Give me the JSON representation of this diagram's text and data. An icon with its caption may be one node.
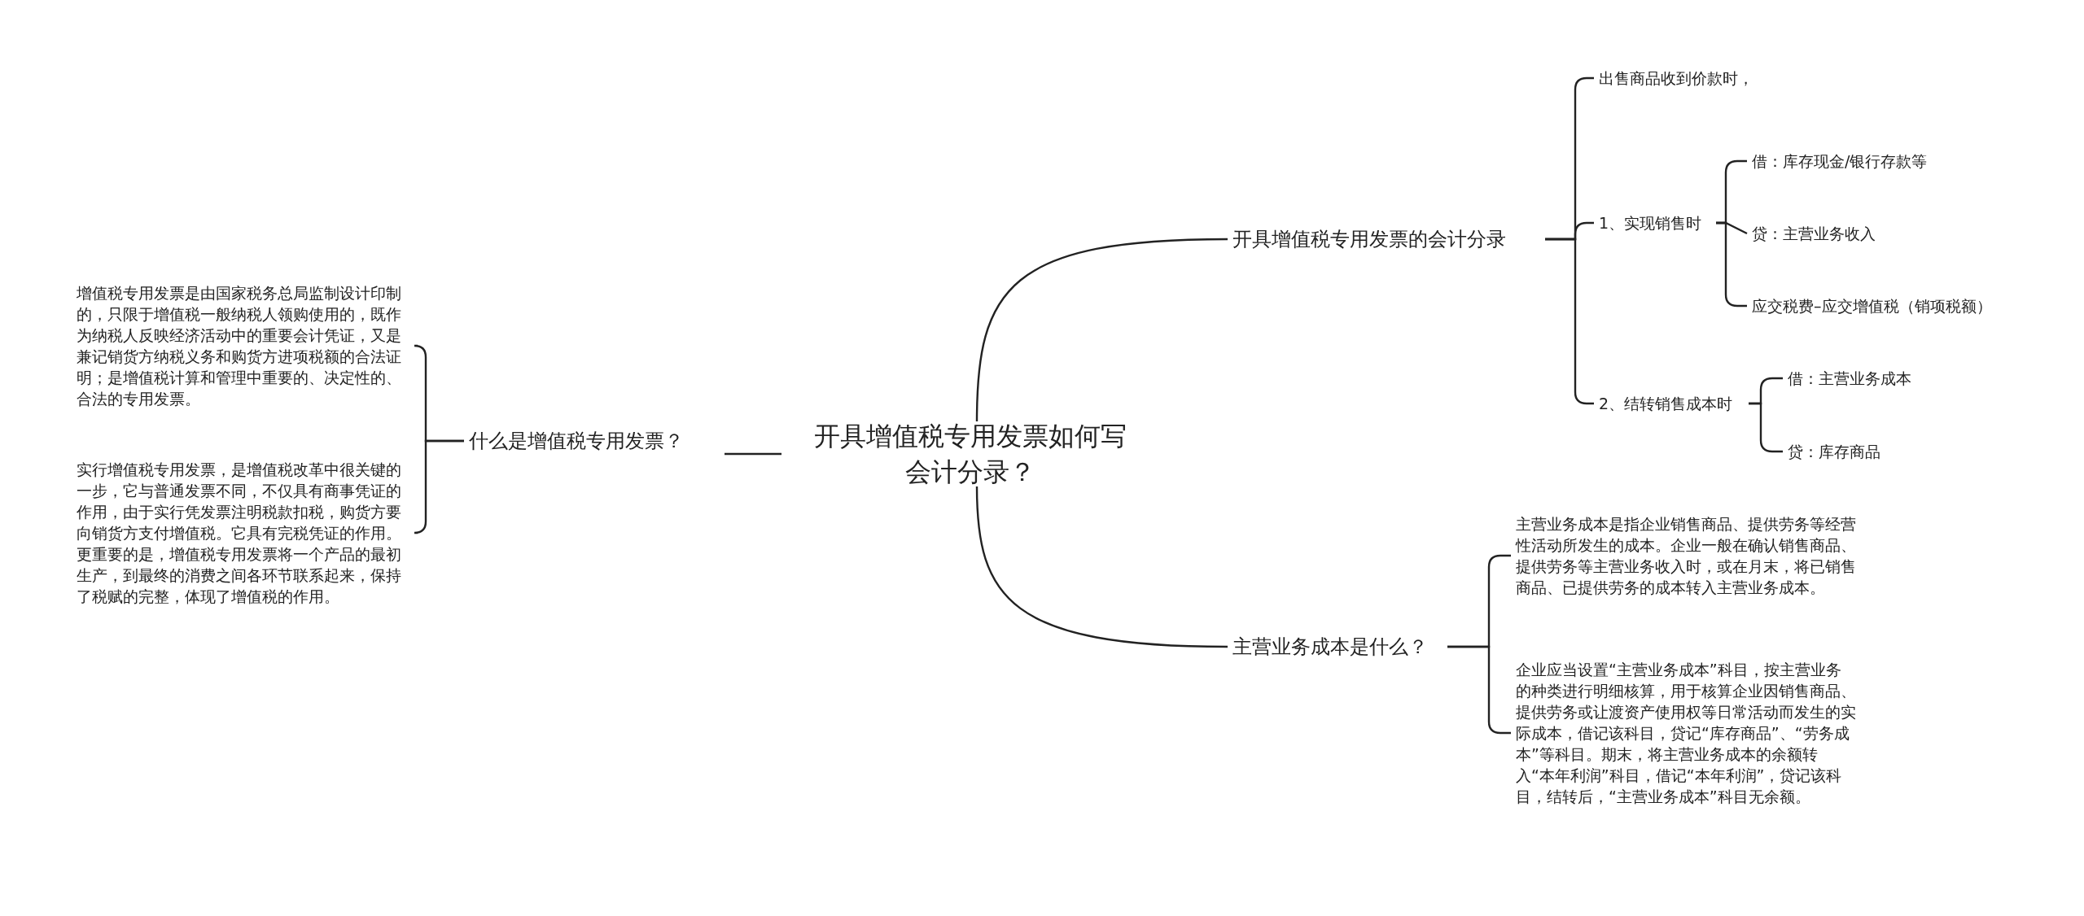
{
  "diagram": {
    "nodes": [
      {
        "text": [
          "开具增值税专用发票如何写会计分录？"
        ]
      },
      {
        "text": [
          "开具增值税专用发票的会计分录"
        ]
      },
      {
        "text": [
          "出售商品收到价款时，"
        ]
      },
      {
        "text": [
          "1、实现销售时"
        ]
      },
      {
        "text": [
          "借：库存现金/银行存款等"
        ]
      },
      {
        "text": [
          "贷：主营业务收入"
        ]
      },
      {
        "text": [
          "应交税费–应交增值税（销项税额）"
        ]
      },
      {
        "text": [
          "2、结转销售成本时"
        ]
      },
      {
        "text": [
          "借：主营业务成本"
        ]
      },
      {
        "text": [
          "贷：库存商品"
        ]
      },
      {
        "text": [
          "主营业务成本是什么？"
        ]
      },
      {
        "text": [
          "主营业务成本是指企业销售商品、提供劳务等经营性活动所发生的成本。企业一般在确认销售商品、提供劳务等主营业务收入时，或在月末，将已销售商品、已提供劳务的成本转入主营业务成本。"
        ]
      },
      {
        "text": [
          "企业应当设置“主营业务成本”科目，按主营业务的种类进行明细核算，用于核算企业因销售商品、提供劳务或让渡资产使用权等日常活动而发生的实际成本，借记该科目，贷记“库存商品”、“劳务成本”等科目。期末，将主营业务成本的余额转入“本年利润”科目，借记“本年利润”，贷记该科目，结转后，“主营业务成本”科目无余额。"
        ]
      },
      {
        "text": [
          "什么是增值税专用发票？"
        ]
      },
      {
        "text": [
          "增值税专用发票是由国家税务总局监制设计印制的，只限于增值税一般纳税人领购使用的，既作为纳税人反映经济活动中的重要会计凭证，又是兼记销货方纳税义务和购货方进项税额的合法证明；是增值税计算和管理中重要的、决定性的、合法的专用发票。"
        ]
      },
      {
        "text": [
          "实行增值税专用发票，是增值税改革中很关键的一步，它与普通发票不同，不仅具有商事凭证的作用，由于实行凭发票注明税款扣税，购货方要向销货方支付增值税。它具有完税凭证的作用。更重要的是，增值税专用发票将一个产品的最初生产，到最终的消费之间各环节联系起来，保持了税赋的完整，体现了增值税的作用。"
        ]
      }
    ],
    "edges": [
      {
        "from": 0,
        "to": 1,
        "arrow": "none"
      },
      {
        "from": 1,
        "to": 2,
        "arrow": "none"
      },
      {
        "from": 1,
        "to": 3,
        "arrow": "none"
      },
      {
        "from": 3,
        "to": 4,
        "arrow": "none"
      },
      {
        "from": 3,
        "to": 5,
        "arrow": "none"
      },
      {
        "from": 3,
        "to": 6,
        "arrow": "none"
      },
      {
        "from": 1,
        "to": 7,
        "arrow": "none"
      },
      {
        "from": 7,
        "to": 8,
        "arrow": "none"
      },
      {
        "from": 7,
        "to": 9,
        "arrow": "none"
      },
      {
        "from": 0,
        "to": 10,
        "arrow": "none"
      },
      {
        "from": 10,
        "to": 11,
        "arrow": "none"
      },
      {
        "from": 10,
        "to": 12,
        "arrow": "none"
      },
      {
        "from": 0,
        "to": 13,
        "arrow": "none"
      },
      {
        "from": 13,
        "to": 14,
        "arrow": "none"
      },
      {
        "from": 13,
        "to": 15,
        "arrow": "none"
      }
    ]
  }
}
